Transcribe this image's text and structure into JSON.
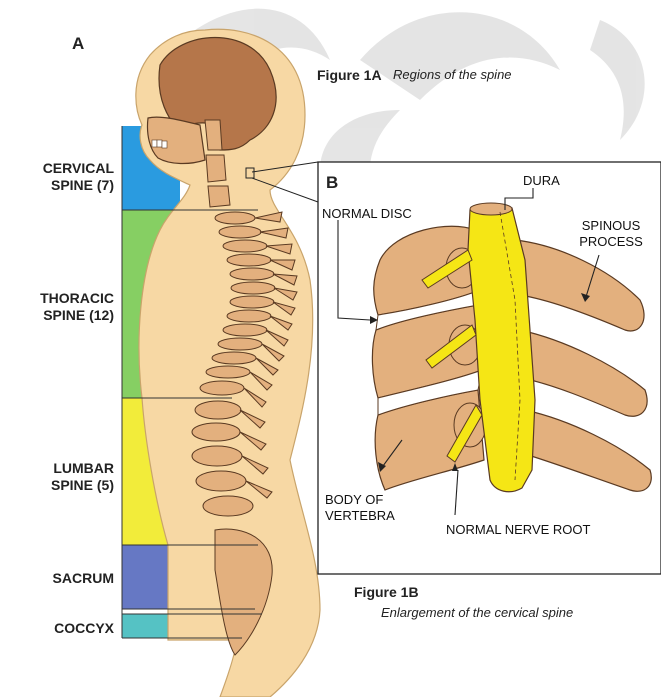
{
  "panel_a": {
    "letter": "A",
    "figure_label": "Figure 1A",
    "figure_caption": "Regions of the spine",
    "regions": [
      {
        "label": "CERVICAL\nSPINE (7)",
        "color": "#2a9be0"
      },
      {
        "label": "THORACIC\nSPINE (12)",
        "color": "#86cf63"
      },
      {
        "label": "LUMBAR\nSPINE (5)",
        "color": "#f2ec3a"
      },
      {
        "label": "SACRUM",
        "color": "#6678c4"
      },
      {
        "label": "COCCYX",
        "color": "#55c2c4"
      }
    ]
  },
  "panel_b": {
    "letter": "B",
    "figure_label": "Figure 1B",
    "figure_caption": "Enlargement of the cervical spine",
    "labels": {
      "dura": "DURA",
      "normal_disc": "NORMAL DISC",
      "spinous_process": "SPINOUS\nPROCESS",
      "body_of_vertebra": "BODY OF\nVERTEBRA",
      "normal_nerve_root": "NORMAL NERVE ROOT"
    }
  },
  "colors": {
    "skin": "#f7d8a4",
    "bone": "#e3b07e",
    "bone_outline": "#5a3a22",
    "head_brown": "#b5764a",
    "dura": "#f5e615",
    "watermark": "#d9d9d9"
  }
}
